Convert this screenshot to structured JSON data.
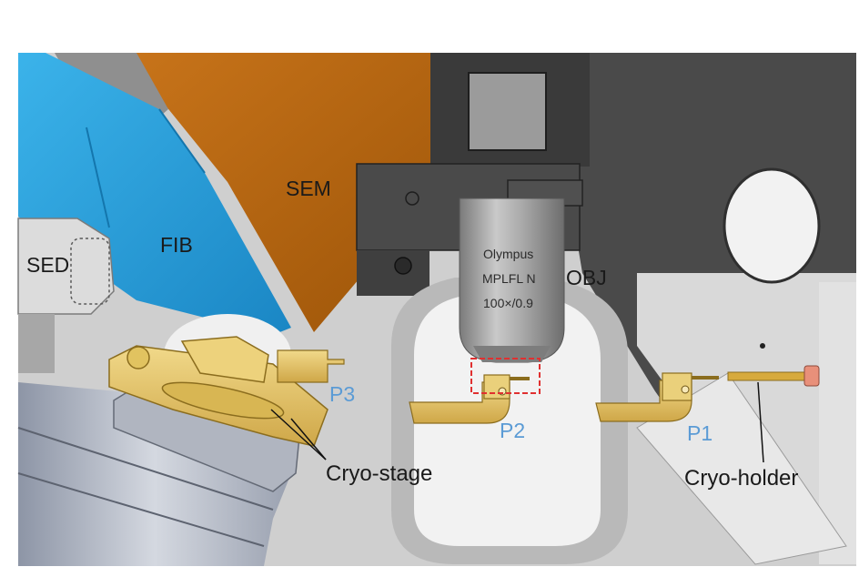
{
  "labels": {
    "sem": "SEM",
    "fib": "FIB",
    "sed": "SED",
    "objective_line1": "Olympus",
    "objective_line2": "MPLFL N",
    "objective_line3": "100×/0.9",
    "obj": "OBJ",
    "p1": "P1",
    "p2": "P2",
    "p3": "P3",
    "cryo_stage": "Cryo-stage",
    "cryo_holder": "Cryo-holder"
  },
  "colors": {
    "chamber": "#cfcfcf",
    "fib_column": "#29a0dc",
    "sem_column": "#b8650c",
    "objective": "#8a8a8a",
    "mount": "#3e3e3e",
    "gold_parts": "#e6c66a",
    "highlight_box": "#e03030",
    "position_labels": "#5b9bd5"
  }
}
